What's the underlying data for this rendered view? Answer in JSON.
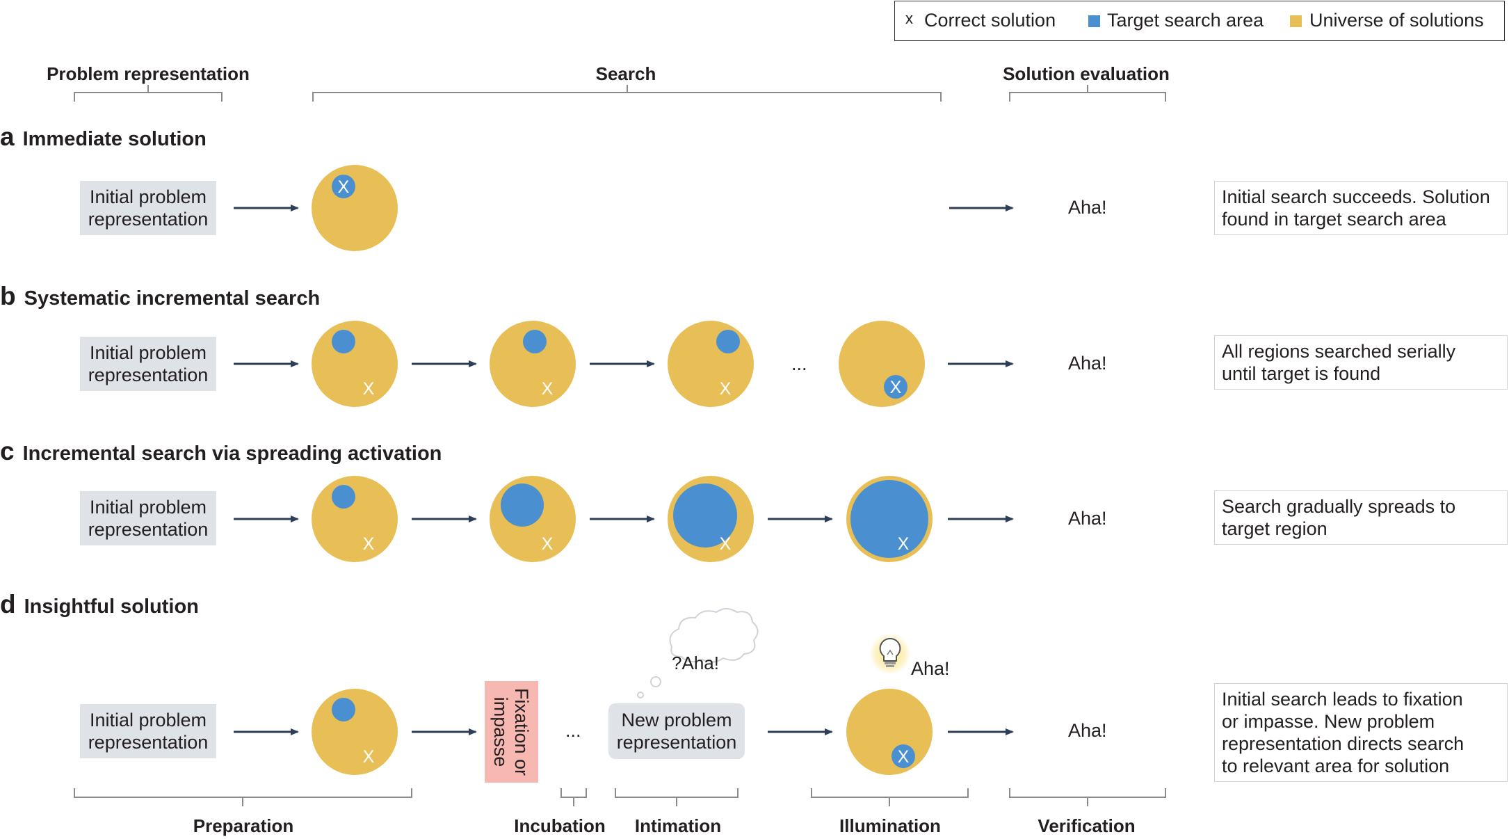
{
  "legend": {
    "correct_symbol": "x",
    "correct_label": "Correct solution",
    "target_label": "Target search area",
    "universe_label": "Universe of solutions"
  },
  "phases_top": {
    "representation": "Problem representation",
    "search": "Search",
    "evaluation": "Solution evaluation"
  },
  "rows": [
    {
      "letter": "a",
      "title": "Immediate solution",
      "box": "Initial problem\nrepresentation",
      "aha": "Aha!",
      "note": "Initial search succeeds. Solution\nfound in target search area"
    },
    {
      "letter": "b",
      "title": "Systematic incremental search",
      "box": "Initial problem\nrepresentation",
      "aha": "Aha!",
      "ellipsis": "...",
      "note": "All regions searched serially\nuntil target is found"
    },
    {
      "letter": "c",
      "title": "Incremental search via spreading activation",
      "box": "Initial problem\nrepresentation",
      "aha": "Aha!",
      "note": "Search gradually spreads to\ntarget region"
    },
    {
      "letter": "d",
      "title": "Insightful solution",
      "box": "Initial problem\nrepresentation",
      "aha": "Aha!",
      "fixation": "Fixation or\nimpasse",
      "ellipsis": "...",
      "new_box": "New problem\nrepresentation",
      "thought": "?Aha!",
      "bulb_aha": "Aha!",
      "note": "Initial search leads to fixation\nor impasse. New problem\nrepresentation directs search\nto relevant area for solution"
    }
  ],
  "phases_bottom": {
    "preparation": "Preparation",
    "incubation": "Incubation",
    "intimation": "Intimation",
    "illumination": "Illumination",
    "verification": "Verification"
  },
  "marker": "X",
  "colors": {
    "universe": "#e8bf56",
    "target": "#4a90d0",
    "arrow": "#2e3e58",
    "box": "#dfe2e7",
    "fixation": "#f6b8b0"
  }
}
